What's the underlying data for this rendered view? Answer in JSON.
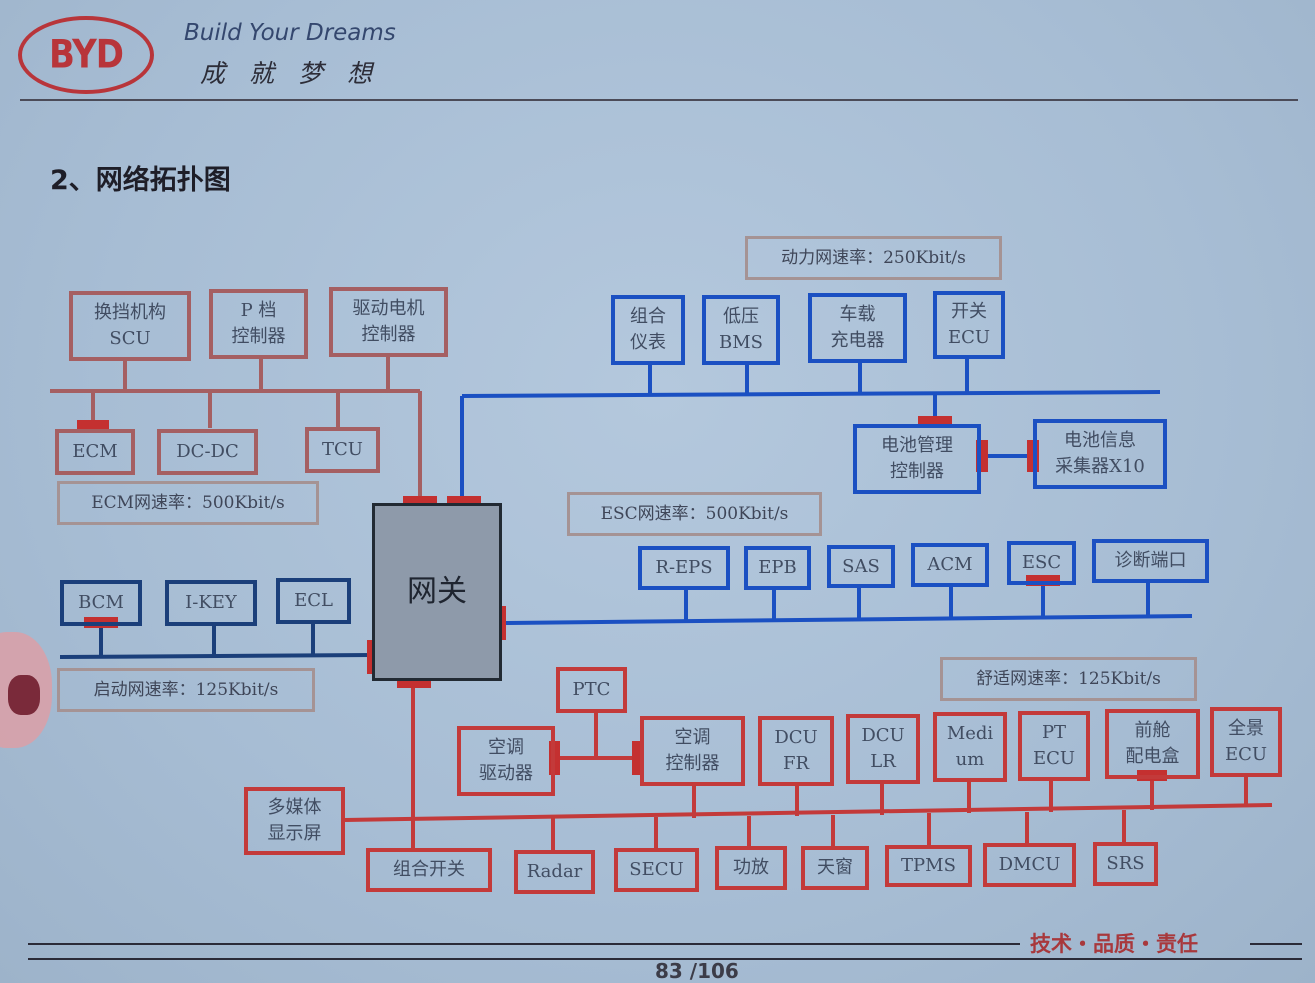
{
  "header": {
    "logo": "BYD",
    "slogan_en": "Build Your Dreams",
    "slogan_cn": "成就梦想"
  },
  "title": "2、网络拓扑图",
  "footer": {
    "tagline": "技术・品质・责任",
    "page": "83 /106"
  },
  "nodes": {
    "scu": "换挡机构\nSCU",
    "p_gear": "P 档\n控制器",
    "drive_motor": "驱动电机\n控制器",
    "ecm": "ECM",
    "dcdc": "DC-DC",
    "tcu": "TCU",
    "ecm_rate": "ECM网速率：500Kbit/s",
    "bcm": "BCM",
    "ikey": "I-KEY",
    "ecl": "ECL",
    "start_rate": "启动网速率：125Kbit/s",
    "gateway": "网关",
    "power_rate": "动力网速率：250Kbit/s",
    "cluster": "组合\n仪表",
    "lv_bms": "低压\nBMS",
    "charger": "车载\n充电器",
    "switch_ecu": "开关\nECU",
    "bms_ctrl": "电池管理\n控制器",
    "cell_collector": "电池信息\n采集器X10",
    "esc_rate": "ESC网速率：500Kbit/s",
    "reps": "R-EPS",
    "epb": "EPB",
    "sas": "SAS",
    "acm": "ACM",
    "esc": "ESC",
    "diag": "诊断端口",
    "comfort_rate": "舒适网速率：125Kbit/s",
    "ptc": "PTC",
    "ac_drive": "空调\n驱动器",
    "ac_ctrl": "空调\n控制器",
    "dcu_fr": "DCU\nFR",
    "dcu_lr": "DCU\nLR",
    "media": "Medi\num",
    "pt_ecu": "PT\nECU",
    "front_pdu": "前舱\n配电盒",
    "pano_ecu": "全景\nECU",
    "multimedia": "多媒体\n显示屏",
    "combo_switch": "组合开关",
    "radar": "Radar",
    "secu": "SECU",
    "amp": "功放",
    "sunroof": "天窗",
    "tpms": "TPMS",
    "dmcu": "DMCU",
    "srs": "SRS"
  },
  "colors": {
    "ecm_bus": "#a55f62",
    "start_bus": "#1b3f7a",
    "power_bus": "#1b50c2",
    "esc_bus": "#1b50c2",
    "comfort_bus": "#c33a3a",
    "terminator": "#c43030"
  }
}
